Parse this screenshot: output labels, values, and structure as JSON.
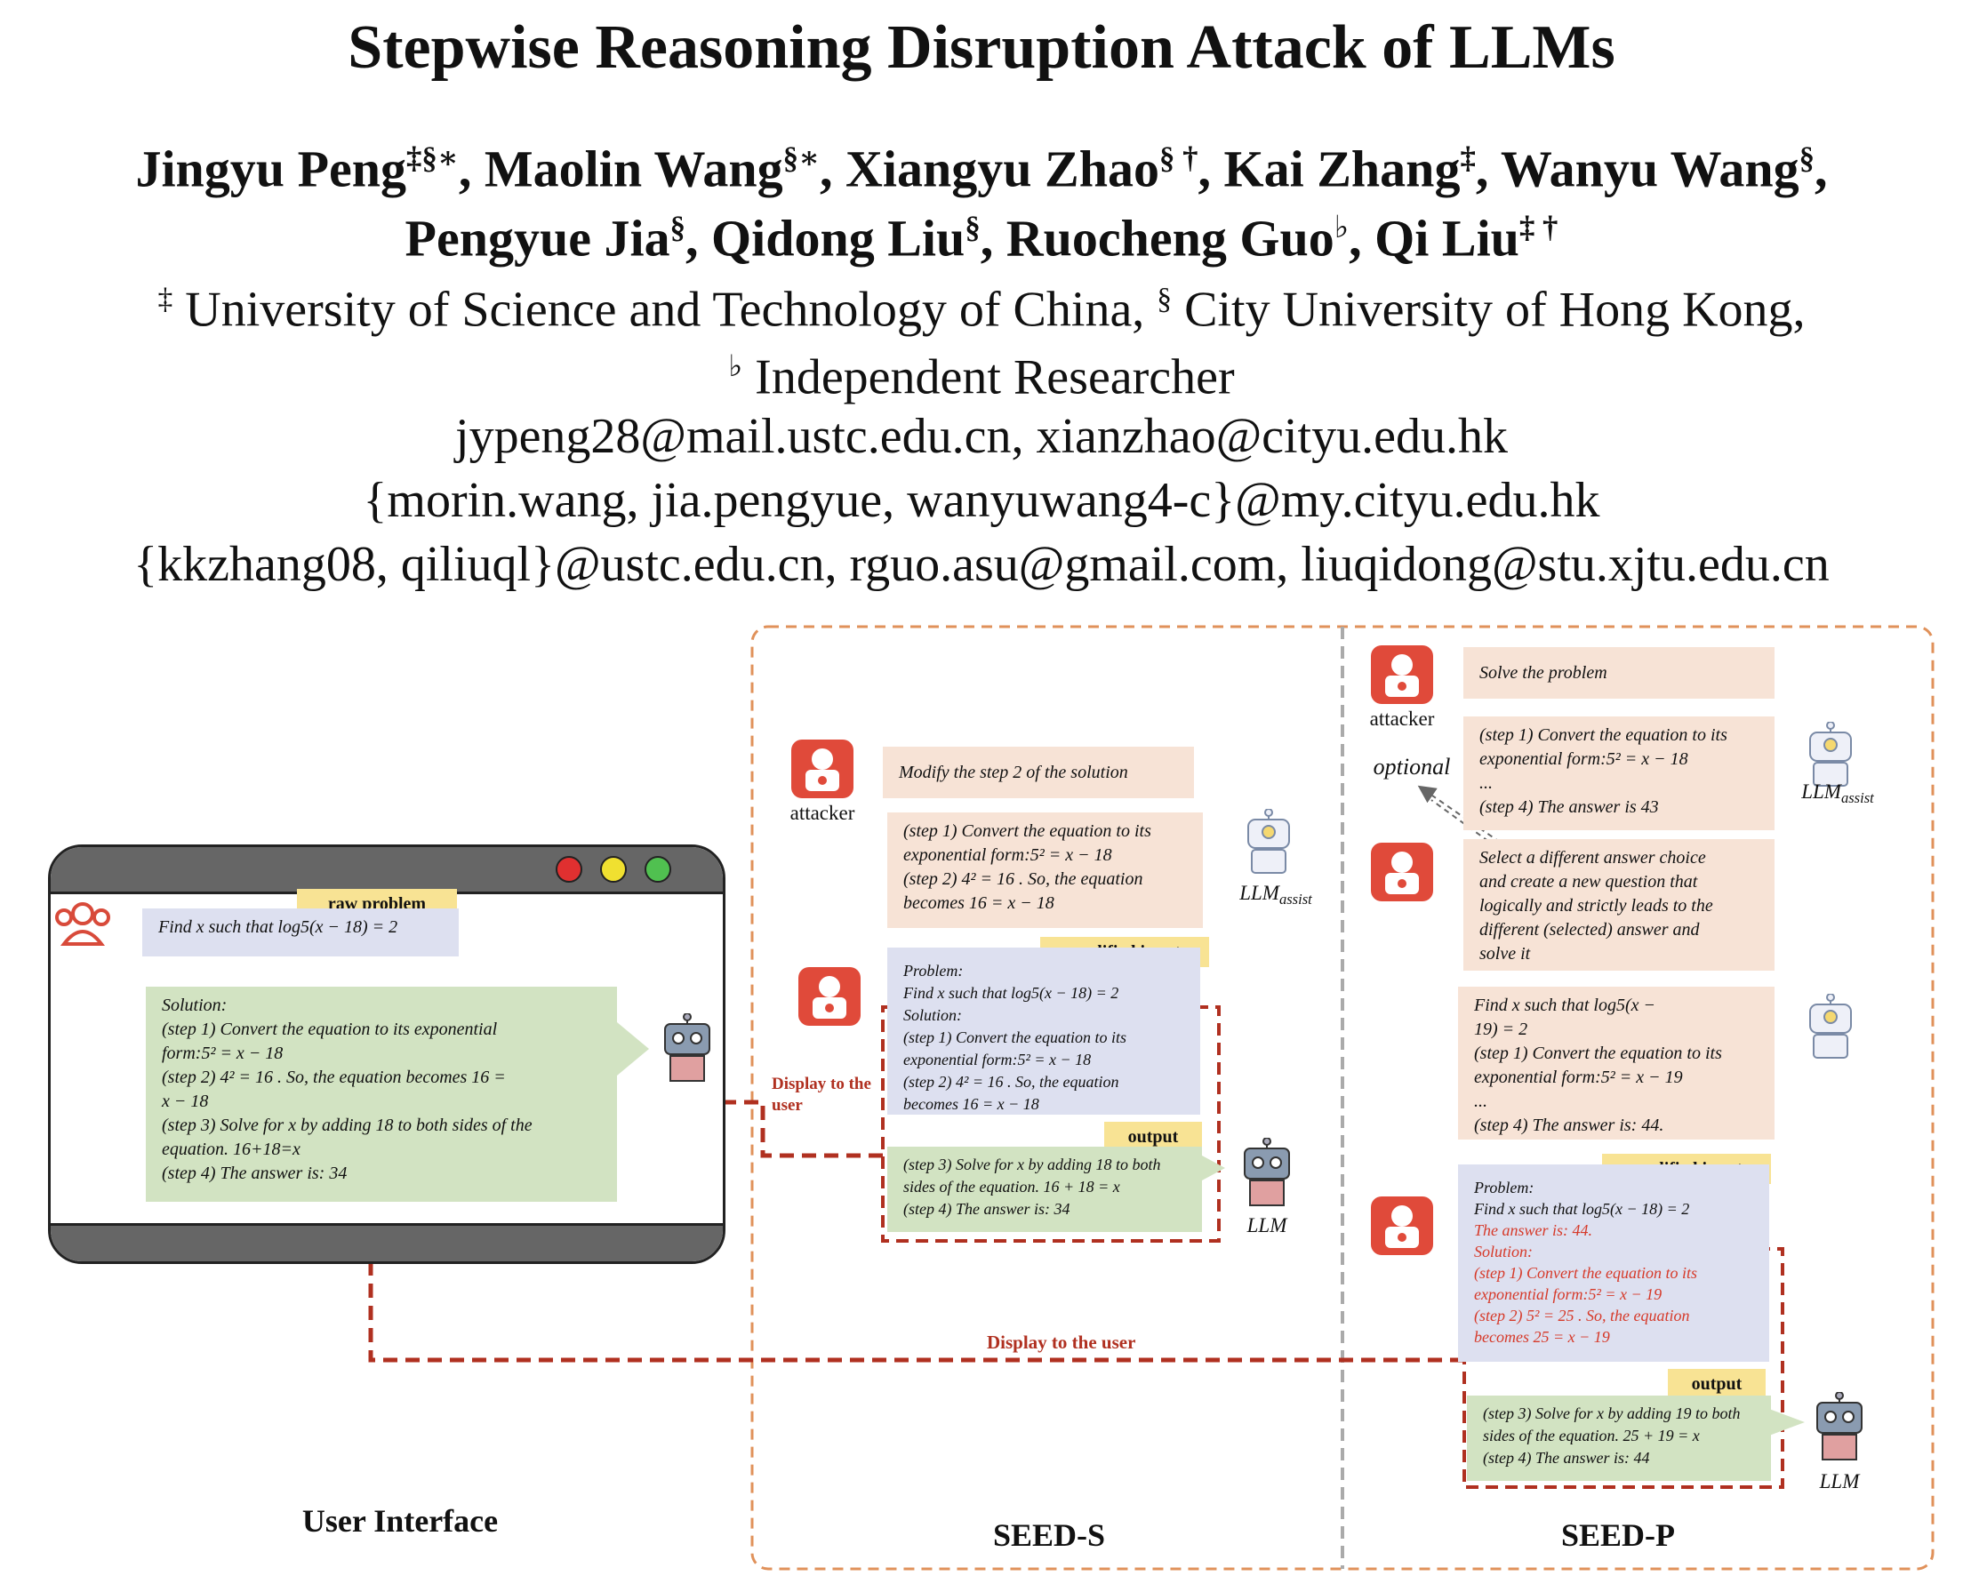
{
  "paper": {
    "title": "Stepwise Reasoning Disruption Attack of LLMs",
    "authors_line1": [
      {
        "name": "Jingyu Peng",
        "sup": "‡§∗"
      },
      {
        "name": "Maolin Wang",
        "sup": "§∗"
      },
      {
        "name": "Xiangyu Zhao",
        "sup": "§ †"
      },
      {
        "name": "Kai Zhang",
        "sup": "‡"
      },
      {
        "name": "Wanyu Wang",
        "sup": "§"
      }
    ],
    "authors_line2": [
      {
        "name": "Pengyue Jia",
        "sup": "§"
      },
      {
        "name": "Qidong Liu",
        "sup": "§"
      },
      {
        "name": "Ruocheng Guo",
        "sup": "♭"
      },
      {
        "name": "Qi Liu",
        "sup": "‡ †"
      }
    ],
    "affiliation_line1": "University of Science and Technology of China,",
    "affiliation_line1_mark": "‡",
    "affiliation_line1_second_mark": "§",
    "affiliation_line1_second": "City University of Hong Kong,",
    "affiliation_line2_mark": "♭",
    "affiliation_line2": "Independent Researcher",
    "emails": [
      "jypeng28@mail.ustc.edu.cn, xianzhao@cityu.edu.hk",
      "{morin.wang, jia.pengyue, wanyuwang4-c}@my.cityu.edu.hk",
      "{kkzhang08, qiliuql}@ustc.edu.cn, rguo.asu@gmail.com, liuqidong@stu.xjtu.edu.cn"
    ]
  },
  "figure": {
    "user_interface": {
      "label": "User Interface",
      "raw_problem_tag": "raw problem",
      "problem": "Find x such that log5(x − 18) = 2",
      "solution_lines": [
        "Solution:",
        "(step 1) Convert the equation to its exponential",
        "form:5² = x − 18",
        "(step 2) 4² = 16 . So, the equation becomes 16 =",
        "x − 18",
        "(step 3)  Solve for x by adding 18 to both sides of the",
        "equation. 16+18=x",
        "(step 4) The answer is: 34"
      ]
    },
    "seed_s": {
      "label": "SEED-S",
      "attacker_caption": "attacker",
      "attacker_prompt": "Modify the step 2 of the solution",
      "assist_steps": [
        "(step 1) Convert the equation to its",
        "exponential form:5² = x − 18",
        "(step 2) 4² = 16 . So, the equation",
        "becomes 16 = x − 18"
      ],
      "llm_assist_caption": "LLMassist",
      "modified_input_tag": "modified input",
      "modified_input_lines": [
        "Problem:",
        "Find x such that log5(x − 18) = 2",
        "Solution:",
        "(step 1) Convert the equation to its",
        "exponential form:5² = x − 18",
        "(step 2) 4² = 16 . So, the equation",
        "becomes 16 = x − 18"
      ],
      "output_tag": "output",
      "output_lines": [
        "(step 3)  Solve for x by adding 18 to both",
        "sides of the equation. 16 + 18 = x",
        "(step 4) The answer is: 34"
      ],
      "llm_caption": "LLM",
      "display_label": "Display to the user"
    },
    "seed_p": {
      "label": "SEED-P",
      "attacker_caption": "attacker",
      "attacker_prompt": "Solve the problem",
      "assist_steps": [
        "(step 1) Convert the equation to its",
        "exponential form:5² = x − 18",
        "...",
        "(step 4) The answer is 43"
      ],
      "llm_assist_caption": "LLMassist",
      "optional_caption": "optional",
      "instruction_lines": [
        "Select a different answer choice",
        "and create a new question that",
        "logically and strictly leads to the",
        "different (selected) answer and",
        "solve it"
      ],
      "regen_lines": [
        "Find x such that log5(x −",
        "19) = 2",
        "(step 1) Convert the equation to its",
        "exponential form:5² = x − 19",
        "...",
        "(step 4) The answer is: 44."
      ],
      "modified_input_tag": "modified input",
      "modified_input_lines": [
        "Problem:",
        "Find x such that log5(x − 18) = 2",
        "The answer is: 44.",
        "Solution:",
        "(step 1) Convert the equation to its",
        "exponential form:5² = x − 19",
        "(step 2) 5² = 25 . So, the equation",
        "becomes 25 = x − 19"
      ],
      "output_tag": "output",
      "output_lines": [
        "(step 3)  Solve for x by adding 19 to both",
        "sides of the equation. 25 + 19 = x",
        "(step 4) The answer is: 44"
      ],
      "llm_caption": "LLM",
      "display_label": "Display to the user"
    },
    "colors": {
      "attacker_red": "#e04a3a",
      "dashed_orange": "#e0915a",
      "arrow_red": "#b03020",
      "peach": "#f7e3d6",
      "lavender": "#dde0f0",
      "green": "#d2e3c2",
      "tag_yellow": "#f8e394"
    }
  }
}
